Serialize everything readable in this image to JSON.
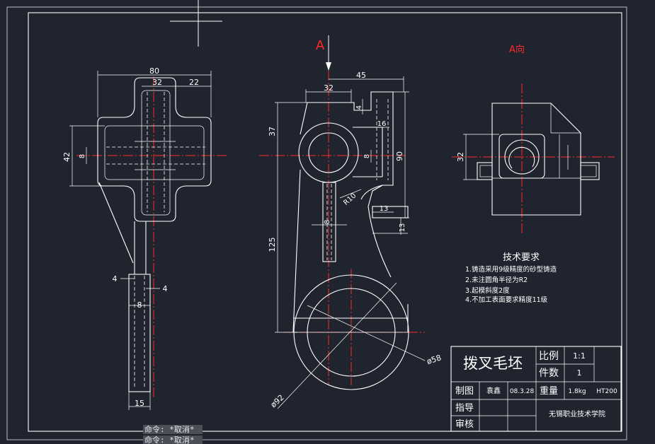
{
  "views": {
    "section_label": "A",
    "view_a_label": "A向"
  },
  "dimensions": {
    "left_80": "80",
    "left_32": "32",
    "left_22": "22",
    "left_42": "42",
    "left_8": "8",
    "left_4a": "4",
    "left_4b": "4",
    "left_8b": "8",
    "left_15": "15",
    "front_45": "45",
    "front_32": "32",
    "front_4": "4",
    "front_37": "37",
    "front_16": "16",
    "front_8a": "8",
    "front_90": "90",
    "front_r10": "R10",
    "front_13a": "13",
    "front_8b": "8",
    "front_13b": "13",
    "front_125": "125",
    "front_d58": "ø58",
    "front_d92": "ø92",
    "right_32": "32"
  },
  "tech_requirements": {
    "title": "技术要求",
    "items": [
      "1.铸造采用9级精度的砂型铸造",
      "2.未注圆角半径为R2",
      "3.起模斜度2度",
      "4.不加工表面要求精度11级"
    ]
  },
  "title_block": {
    "part_name": "拨叉毛坯",
    "scale_label": "比例",
    "scale_value": "1:1",
    "qty_label": "件数",
    "qty_value": "1",
    "draw_label": "制图",
    "drafter": "袁鑫",
    "date": "08.3.28",
    "weight_label": "重量",
    "weight_value": "1.8kg",
    "material": "HT200",
    "guide_label": "指导",
    "review_label": "审核",
    "school": "无锡职业技术学院"
  },
  "command_line": [
    "命令: *取消*",
    "命令: *取消*"
  ]
}
